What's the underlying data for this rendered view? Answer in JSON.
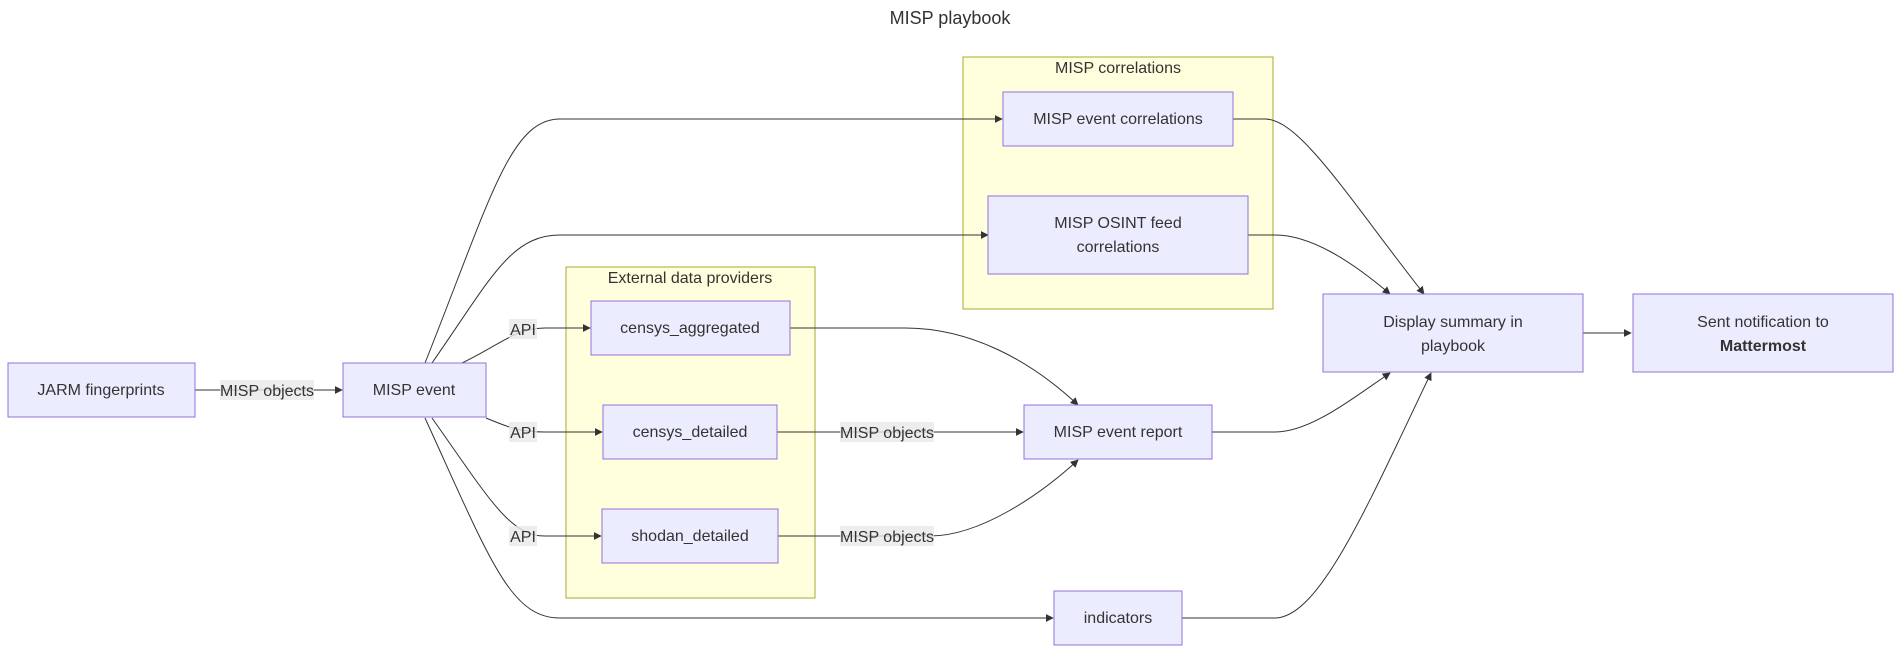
{
  "title": "MISP playbook",
  "clusters": {
    "correlations": "MISP correlations",
    "providers": "External data providers"
  },
  "nodes": {
    "jarm": "JARM fingerprints",
    "event": "MISP event",
    "censys_aggregated": "censys_aggregated",
    "censys_detailed": "censys_detailed",
    "shodan_detailed": "shodan_detailed",
    "event_correlations": "MISP event correlations",
    "osint_line1": "MISP OSINT feed",
    "osint_line2": "correlations",
    "event_report": "MISP event report",
    "indicators": "indicators",
    "summary_line1": "Display summary in",
    "summary_line2": "playbook",
    "notify_line1": "Sent notification to",
    "notify_line2": "Mattermost"
  },
  "edge_labels": {
    "jarm_event": "MISP objects",
    "api_aggregated": "API",
    "api_detailed": "API",
    "api_shodan": "API",
    "detailed_report": "MISP objects",
    "shodan_report": "MISP objects"
  },
  "colors": {
    "node_fill": "#ececff",
    "node_stroke": "#9370db",
    "cluster_fill": "#ffffde",
    "cluster_stroke": "#aaaa33",
    "edge": "#333333"
  }
}
